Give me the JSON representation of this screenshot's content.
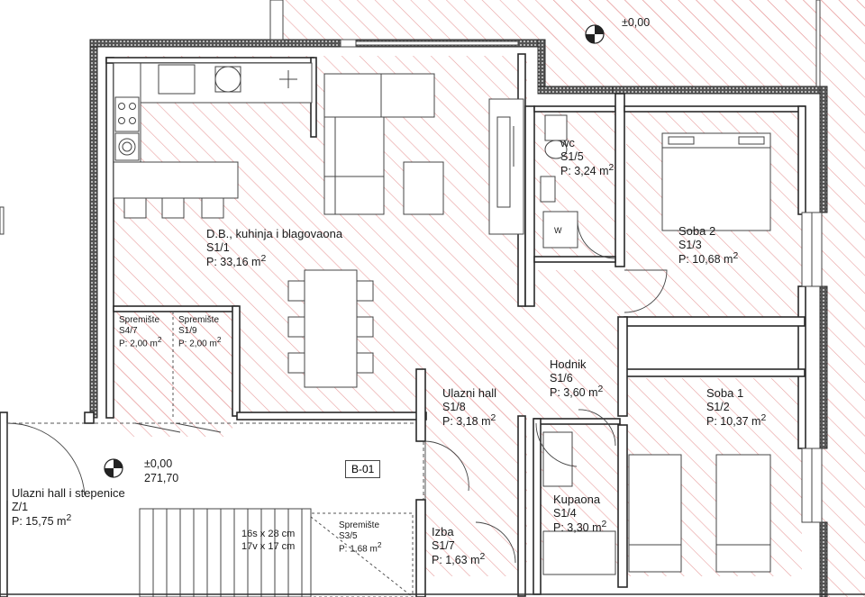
{
  "rooms": [
    {
      "id": "dining",
      "name": "D.B., kuhinja i blagovaona",
      "code": "S1/1",
      "area_prefix": "P: ",
      "area_value": "33,16 m",
      "area_unit_sup": "2"
    },
    {
      "id": "storage-s47",
      "name": "Spremište",
      "code": "S4/7",
      "area_prefix": "P: ",
      "area_value": "2,00 m",
      "area_unit_sup": "2"
    },
    {
      "id": "storage-s19",
      "name": "Spremište",
      "code": "S1/9",
      "area_prefix": "P: ",
      "area_value": "2,00 m",
      "area_unit_sup": "2"
    },
    {
      "id": "wc",
      "name": "wc",
      "code": "S1/5",
      "area_prefix": "P: ",
      "area_value": "3,24 m",
      "area_unit_sup": "2"
    },
    {
      "id": "soba2",
      "name": "Soba 2",
      "code": "S1/3",
      "area_prefix": "P: ",
      "area_value": "10,68 m",
      "area_unit_sup": "2"
    },
    {
      "id": "hodnik",
      "name": "Hodnik",
      "code": "S1/6",
      "area_prefix": "P: ",
      "area_value": "3,60 m",
      "area_unit_sup": "2"
    },
    {
      "id": "ulazni-hall",
      "name": "Ulazni hall",
      "code": "S1/8",
      "area_prefix": "P: ",
      "area_value": "3,18 m",
      "area_unit_sup": "2"
    },
    {
      "id": "soba1",
      "name": "Soba 1",
      "code": "S1/2",
      "area_prefix": "P: ",
      "area_value": "10,37 m",
      "area_unit_sup": "2"
    },
    {
      "id": "stair-hall",
      "name": "Ulazni hall i stepenice",
      "code": "Z/1",
      "area_prefix": "P: ",
      "area_value": "15,75 m",
      "area_unit_sup": "2"
    },
    {
      "id": "kupaona",
      "name": "Kupaona",
      "code": "S1/4",
      "area_prefix": "P: ",
      "area_value": "3,30 m",
      "area_unit_sup": "2"
    },
    {
      "id": "izba",
      "name": "Izba",
      "code": "S1/7",
      "area_prefix": "P: ",
      "area_value": "1,63 m",
      "area_unit_sup": "2"
    },
    {
      "id": "storage-s35",
      "name": "Spremište",
      "code": "S3/5",
      "area_prefix": "P: ",
      "area_value": "1,68 m",
      "area_unit_sup": "2"
    }
  ],
  "levels": {
    "top": "±0,00",
    "entry": "±0,00",
    "entry_abs": "271,70"
  },
  "unit_tag": "B-01",
  "stair": {
    "treads": "16s x 28 cm",
    "risers": "17v x 17 cm"
  },
  "fixtures": {
    "washer": "W"
  },
  "colors": {
    "hatch": "#e8a0a0",
    "wall": "#2a2a2a",
    "line": "#555555"
  }
}
